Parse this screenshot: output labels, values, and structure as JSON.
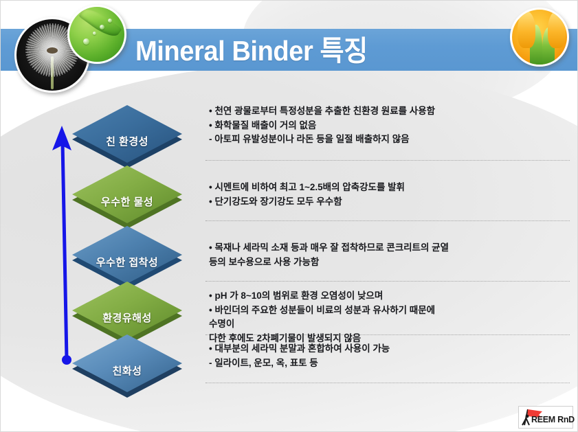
{
  "slide": {
    "title": "Mineral Binder 특징",
    "banner_color": "#5e9bd4",
    "background_color": "#ececec"
  },
  "decor": {
    "dandelion_photo": "dandelion-photo",
    "leaf_photo": "green-leaf-dew-photo",
    "tulip_photo": "orange-tulip-photo",
    "arrow": "upward-blue-arrow"
  },
  "rows": [
    {
      "label": "친 환경성",
      "color": "#2f5f8f",
      "bullets": "• 천연 광물로부터 특정성분을 추출한 친환경 원료를 사용함\n• 화학물질 배출이 거의 없음\n - 아토피 유발성분이나 라돈 등을 일절 배출하지 않음"
    },
    {
      "label": "우수한 물성",
      "color": "#6f9e3a",
      "bullets": "• 시멘트에 비하여 최고 1~2.5배의 압축강도를 발휘\n• 단기강도와 장기강도 모두 우수함"
    },
    {
      "label": "우수한 접착성",
      "color": "#3c6f9e",
      "bullets": "• 목재나 세라믹 소재 등과 매우 잘 접착하므로 콘크리트의 균열\n등의 보수용으로 사용 가능함"
    },
    {
      "label": "환경유해성",
      "color": "#6f9e3a",
      "bullets": "• pH 가 8~10의 범위로 환경 오염성이 낮으며\n• 바인더의 주요한 성분들이 비료의 성분과 유사하기 때문에\n수명이\n  다한 후에도 2차폐기물이 발생되지 않음"
    },
    {
      "label": "친화성",
      "color": "#4a7fae",
      "bullets": "• 대부분의 세라믹 분말과 혼합하여 사용이 가능\n- 일라이트, 운모, 옥, 표토 등"
    }
  ],
  "logo": {
    "text": "REEM RnD",
    "flag_color": "#ef3b34"
  }
}
